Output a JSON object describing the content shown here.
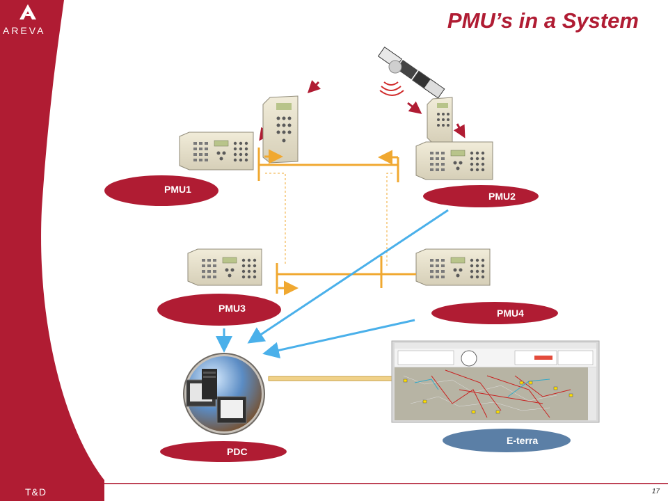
{
  "title": "PMU’s in a System",
  "brand": {
    "logo_text": "AREVA",
    "footer_text": "T&D"
  },
  "page_number": "17",
  "nodes": {
    "pmu1": "PMU1",
    "pmu2": "PMU2",
    "pmu3": "PMU3",
    "pmu4": "PMU4",
    "pdc": "PDC",
    "eterra": "E-terra"
  },
  "colors": {
    "brand_red": "#b01c33",
    "bus_orange": "#f0a830",
    "link_blue": "#4ab0ea",
    "eterra_blue": "#5b7fa6"
  }
}
